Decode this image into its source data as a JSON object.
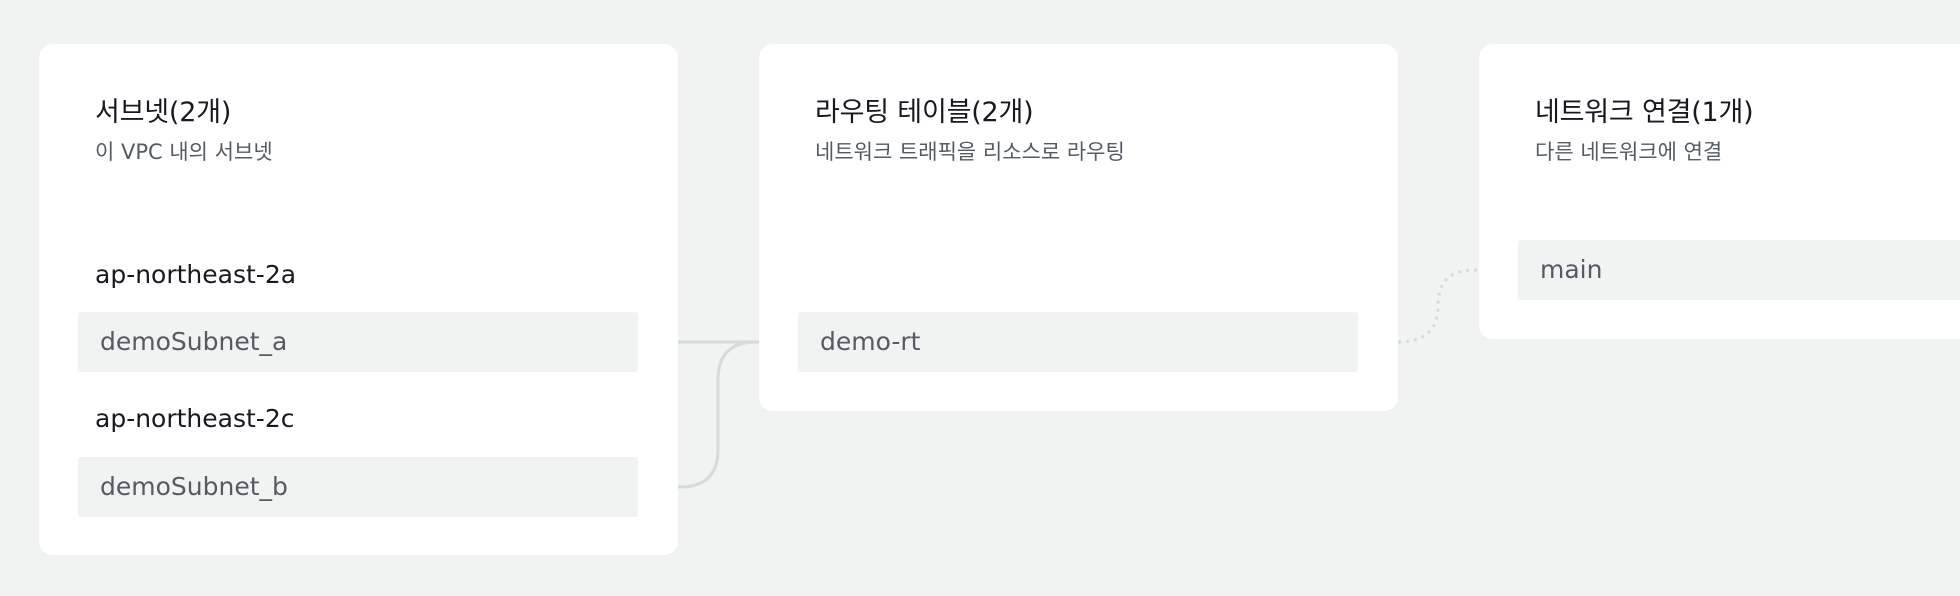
{
  "subnets_card": {
    "title": "서브넷(2개)",
    "subtitle": "이 VPC 내의 서브넷",
    "groups": [
      {
        "az": "ap-northeast-2a",
        "subnet": "demoSubnet_a"
      },
      {
        "az": "ap-northeast-2c",
        "subnet": "demoSubnet_b"
      }
    ]
  },
  "route_tables_card": {
    "title": "라우팅 테이블(2개)",
    "subtitle": "네트워크 트래픽을 리소스로 라우팅",
    "items": [
      "demo-rt"
    ]
  },
  "network_connections_card": {
    "title": "네트워크 연결(1개)",
    "subtitle": "다른 네트워크에 연결",
    "items": [
      "main"
    ]
  },
  "colors": {
    "background": "#f1f2f2",
    "card": "#ffffff",
    "node": "#f1f2f2",
    "link_line": "#d5dbdb"
  }
}
